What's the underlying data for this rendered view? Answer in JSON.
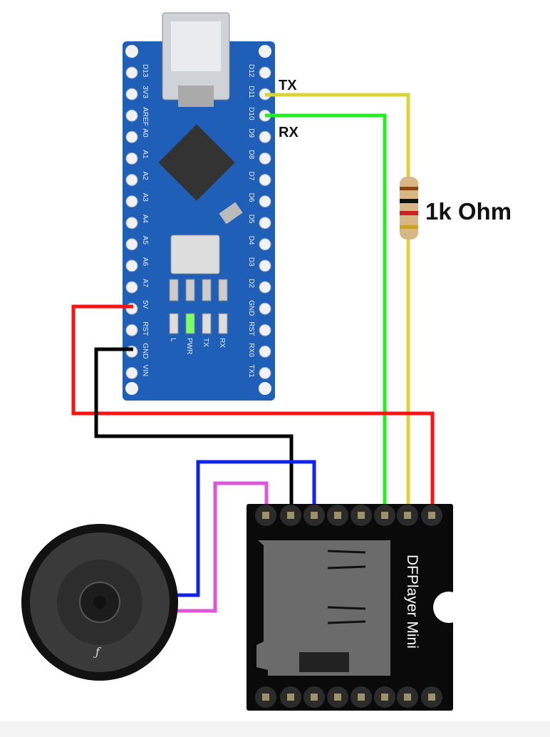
{
  "labels": {
    "tx": "TX",
    "rx": "RX",
    "resistor": "1k Ohm",
    "module": "DFPlayer Mini"
  },
  "arduino": {
    "left_pins": [
      "D13",
      "3V3",
      "AREF",
      "A0",
      "A1",
      "A2",
      "A3",
      "A4",
      "A5",
      "A6",
      "A7",
      "5V",
      "RST",
      "GND",
      "VIN"
    ],
    "right_pins": [
      "D12",
      "D11",
      "D10",
      "D9",
      "D8",
      "D7",
      "D6",
      "D5",
      "D4",
      "D3",
      "D2",
      "GND",
      "RST",
      "RX0",
      "TX1"
    ],
    "leds": [
      "L",
      "PWR",
      "TX",
      "RX"
    ]
  },
  "wire_colors": {
    "tx": "#d8d436",
    "rx": "#22ee22",
    "vcc": "#ff1111",
    "gnd": "#000000",
    "spk1": "#1122ee",
    "spk2": "#dd55dd"
  },
  "colors": {
    "board": "#1f5fb8",
    "module": "#0a0a0a",
    "speaker": "#2a2a2a"
  }
}
